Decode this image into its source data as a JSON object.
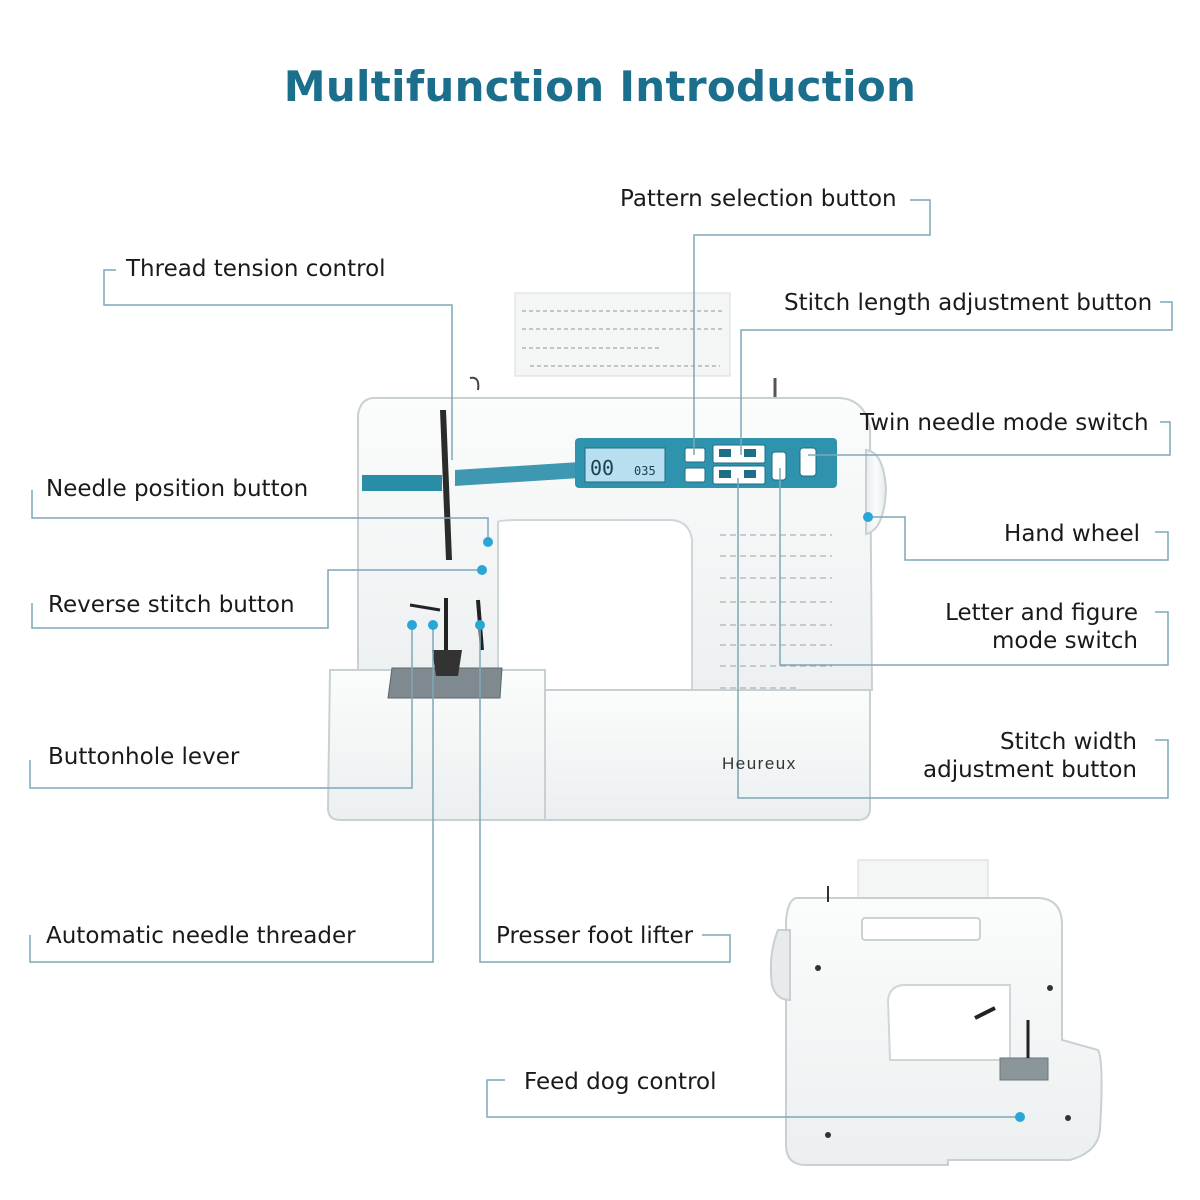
{
  "title": "Multifunction Introduction",
  "brand": "Heureux",
  "lcd_left": "00",
  "lcd_right": "035",
  "labels": {
    "pattern_selection": "Pattern selection button",
    "thread_tension": "Thread tension control",
    "stitch_length": "Stitch length adjustment button",
    "twin_needle": "Twin needle mode switch",
    "needle_position": "Needle position button",
    "hand_wheel": "Hand wheel",
    "reverse_stitch": "Reverse stitch button",
    "letter_figure_1": "Letter and figure",
    "letter_figure_2": "mode switch",
    "buttonhole_lever": "Buttonhole lever",
    "stitch_width_1": "Stitch width",
    "stitch_width_2": "adjustment button",
    "needle_threader": "Automatic needle threader",
    "presser_foot": "Presser foot lifter",
    "feed_dog": "Feed dog control"
  },
  "colors": {
    "title": "#1b6e8c",
    "leader": "#7fa7b9",
    "accent": "#2a8da8",
    "hotspot": "#2aa6d6",
    "machine_body": "#f4f6f7",
    "machine_outline": "#c9d0d4"
  }
}
